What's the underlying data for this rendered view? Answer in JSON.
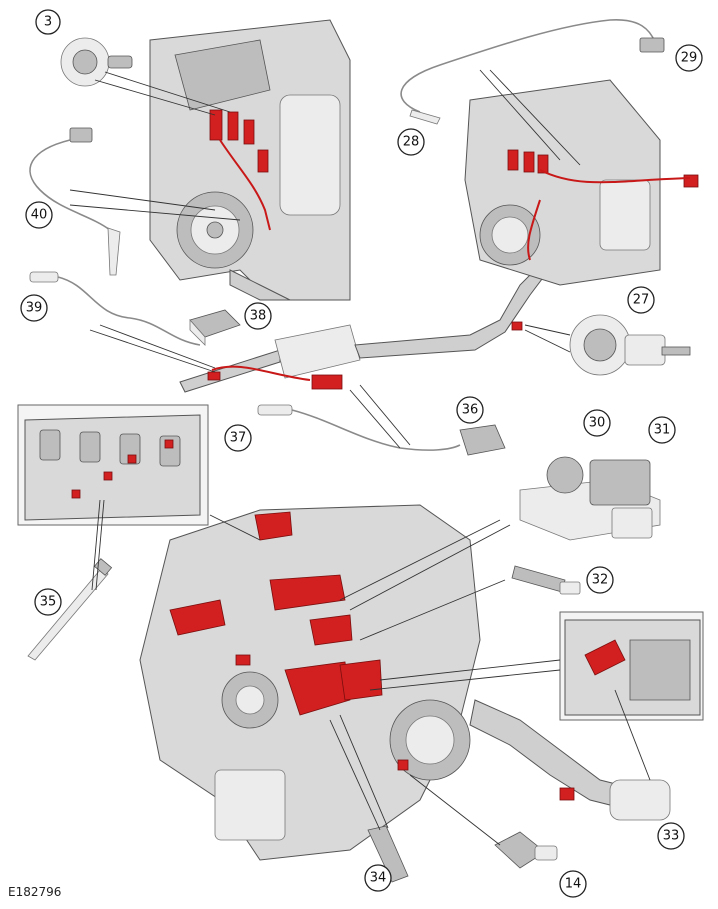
{
  "reference_code": "E182796",
  "callouts": [
    {
      "id": "3",
      "label": "3"
    },
    {
      "id": "14",
      "label": "14"
    },
    {
      "id": "27",
      "label": "27"
    },
    {
      "id": "28",
      "label": "28"
    },
    {
      "id": "29",
      "label": "29"
    },
    {
      "id": "30",
      "label": "30"
    },
    {
      "id": "31",
      "label": "31"
    },
    {
      "id": "32",
      "label": "32"
    },
    {
      "id": "33",
      "label": "33"
    },
    {
      "id": "34",
      "label": "34"
    },
    {
      "id": "35",
      "label": "35"
    },
    {
      "id": "36",
      "label": "36"
    },
    {
      "id": "37",
      "label": "37"
    },
    {
      "id": "38",
      "label": "38"
    },
    {
      "id": "39",
      "label": "39"
    },
    {
      "id": "40",
      "label": "40"
    }
  ],
  "colors": {
    "highlight": "#d21f1f",
    "line": "#333333",
    "engine": "#d9d9d9"
  }
}
